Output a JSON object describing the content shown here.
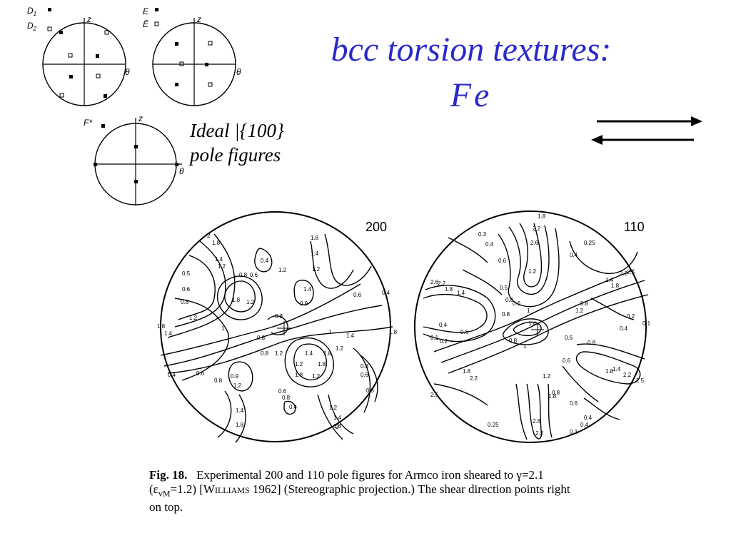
{
  "title": {
    "line1": "bcc torsion textures:",
    "line2": "Fe"
  },
  "ideal_label": {
    "line1": "Ideal |{100}",
    "line2": "pole figures"
  },
  "ideal_figures": {
    "top_left": {
      "legend1": "D",
      "legend1_sub": "1",
      "legend2": "D",
      "legend2_sub": "2",
      "axis_z": "z",
      "axis_theta": "θ"
    },
    "top_right": {
      "legend1": "E",
      "legend2": "Ē",
      "axis_z": "z",
      "axis_theta": "θ"
    },
    "bottom": {
      "legend1": "F*",
      "axis_z": "z",
      "axis_theta": "θ"
    }
  },
  "pole_figures": {
    "left": {
      "label": "200",
      "contours": [
        "2",
        "1.8",
        "1.4",
        "1.2",
        "0.4",
        "1.8",
        "1.4",
        "1.2",
        "0.5",
        "0.6",
        "0.8",
        "0.6",
        "0.8",
        "1.8",
        "1.2",
        "1.4",
        "0.9",
        "1.2",
        "0.6",
        "0.4",
        "1.2",
        "1.8",
        "1.4",
        "1",
        "0.8",
        "0.8",
        "1",
        "1.2",
        "1.4",
        "1.8",
        "1.2",
        "1.4",
        "1.8",
        "1.2",
        "0.8",
        "0.4",
        "0.6",
        "0.8",
        "0.9",
        "1.2",
        "1.4",
        "1.8",
        "0.6",
        "0.8",
        "0.4",
        "1.2",
        "1.4",
        "1.8",
        "2",
        "0.5",
        "0.6",
        "0.8",
        "1.8",
        "1.2",
        "1.8"
      ]
    },
    "right": {
      "label": "110",
      "contours": [
        "0.3",
        "0.4",
        "1.8",
        "2.2",
        "2.6",
        "0.25",
        "0.6",
        "0.4",
        "0.5",
        "0.8",
        "1.2",
        "2.6",
        "2.2",
        "1.8",
        "1.4",
        "0.8",
        "1",
        "0.6",
        "1.4",
        "1.8",
        "2.2",
        "2.5",
        "0.8",
        "1.2",
        "0.2",
        "0.4",
        "0.1",
        "0.4",
        "0.6",
        "0.8",
        "0.6",
        "1.4",
        "1",
        "0.1",
        "0.2",
        "0.8",
        "0.6",
        "1.8",
        "2.2",
        "2.5",
        "1.8",
        "2.2",
        "2.5",
        "1.4",
        "1.2",
        "1.8",
        "2.6",
        "2.2",
        "0.8",
        "0.6",
        "0.4",
        "0.25",
        "0.4",
        "0.3"
      ]
    }
  },
  "caption": {
    "fig": "Fig. 18.",
    "text1": "Experimental 200 and 110 pole figures for Armco iron sheared to γ=2.1",
    "text2a": "(ε",
    "text2sub": "vM",
    "text2b": "=1.2) [",
    "author": "Williams",
    "text2c": " 1962]   (Stereographic projection.) The shear direction points right",
    "text3": "on top."
  }
}
